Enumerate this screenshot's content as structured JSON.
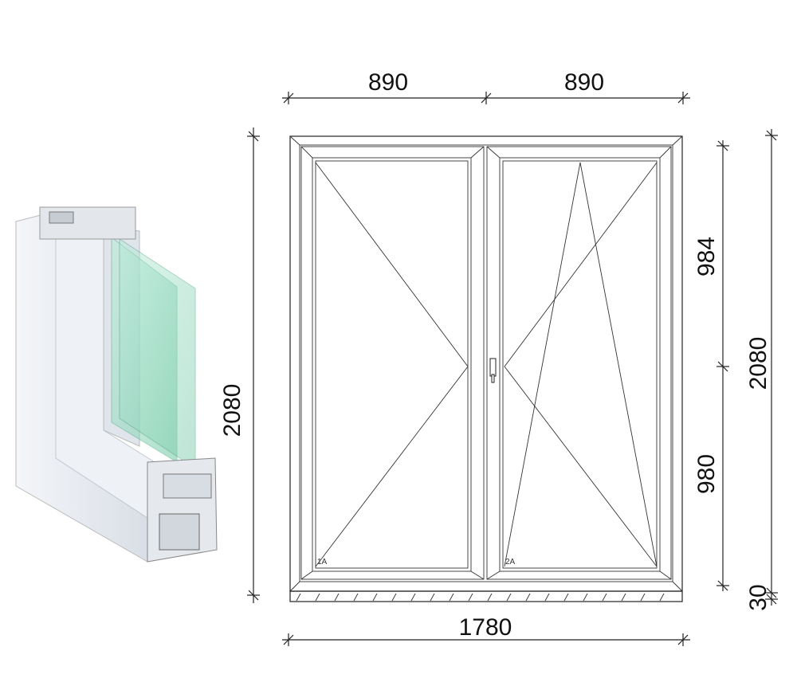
{
  "drawing": {
    "sash_labels": [
      "1A",
      "2A"
    ],
    "dimensions": {
      "top_left_width": "890",
      "top_right_width": "890",
      "total_width": "1780",
      "left_height": "2080",
      "right_upper_height": "984",
      "right_lower_height": "980",
      "right_total_height": "2080",
      "sill_height": "30"
    }
  },
  "colors": {
    "line": "#222222",
    "glass": "#8fd3b8",
    "profile": "#e9edf2"
  }
}
